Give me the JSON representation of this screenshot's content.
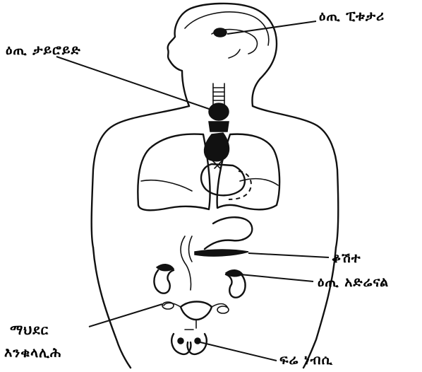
{
  "labels": {
    "pituitary": "ዕጢ ፒቱታሪ",
    "thyroid": "ዕጢ ታይሮይድ",
    "pancreas": "ቆሽተ",
    "adrenal": "ዕጢ አድሬናል",
    "ovary_line1": "ማህደር",
    "ovary_line2": "እንቁላሊሕ",
    "testes": "ፍሬ ነብሲ"
  }
}
